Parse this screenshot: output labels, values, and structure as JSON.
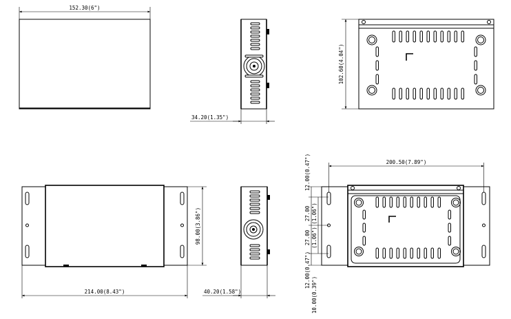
{
  "dimensions": {
    "top_width": "152.30(6\")",
    "top_depth": "34.20(1.35\")",
    "top_height": "102.60(4.04\")",
    "bracket_width": "200.50(7.89\")",
    "overall_width": "214.00(8.43\")",
    "bracket_height": "98.00(3.86\")",
    "bracket_depth": "40.20(1.58\")",
    "offset_top_a": "12.00(0.47\")",
    "offset_mid_a": "27.00",
    "offset_mid_b": "27.00",
    "offset_mid_in_a": "(1.06\")",
    "offset_mid_in_b": "(1.06\")",
    "offset_bot_a": "12.00(0.47\")",
    "offset_bot_b": "10.00(0.39\")"
  }
}
